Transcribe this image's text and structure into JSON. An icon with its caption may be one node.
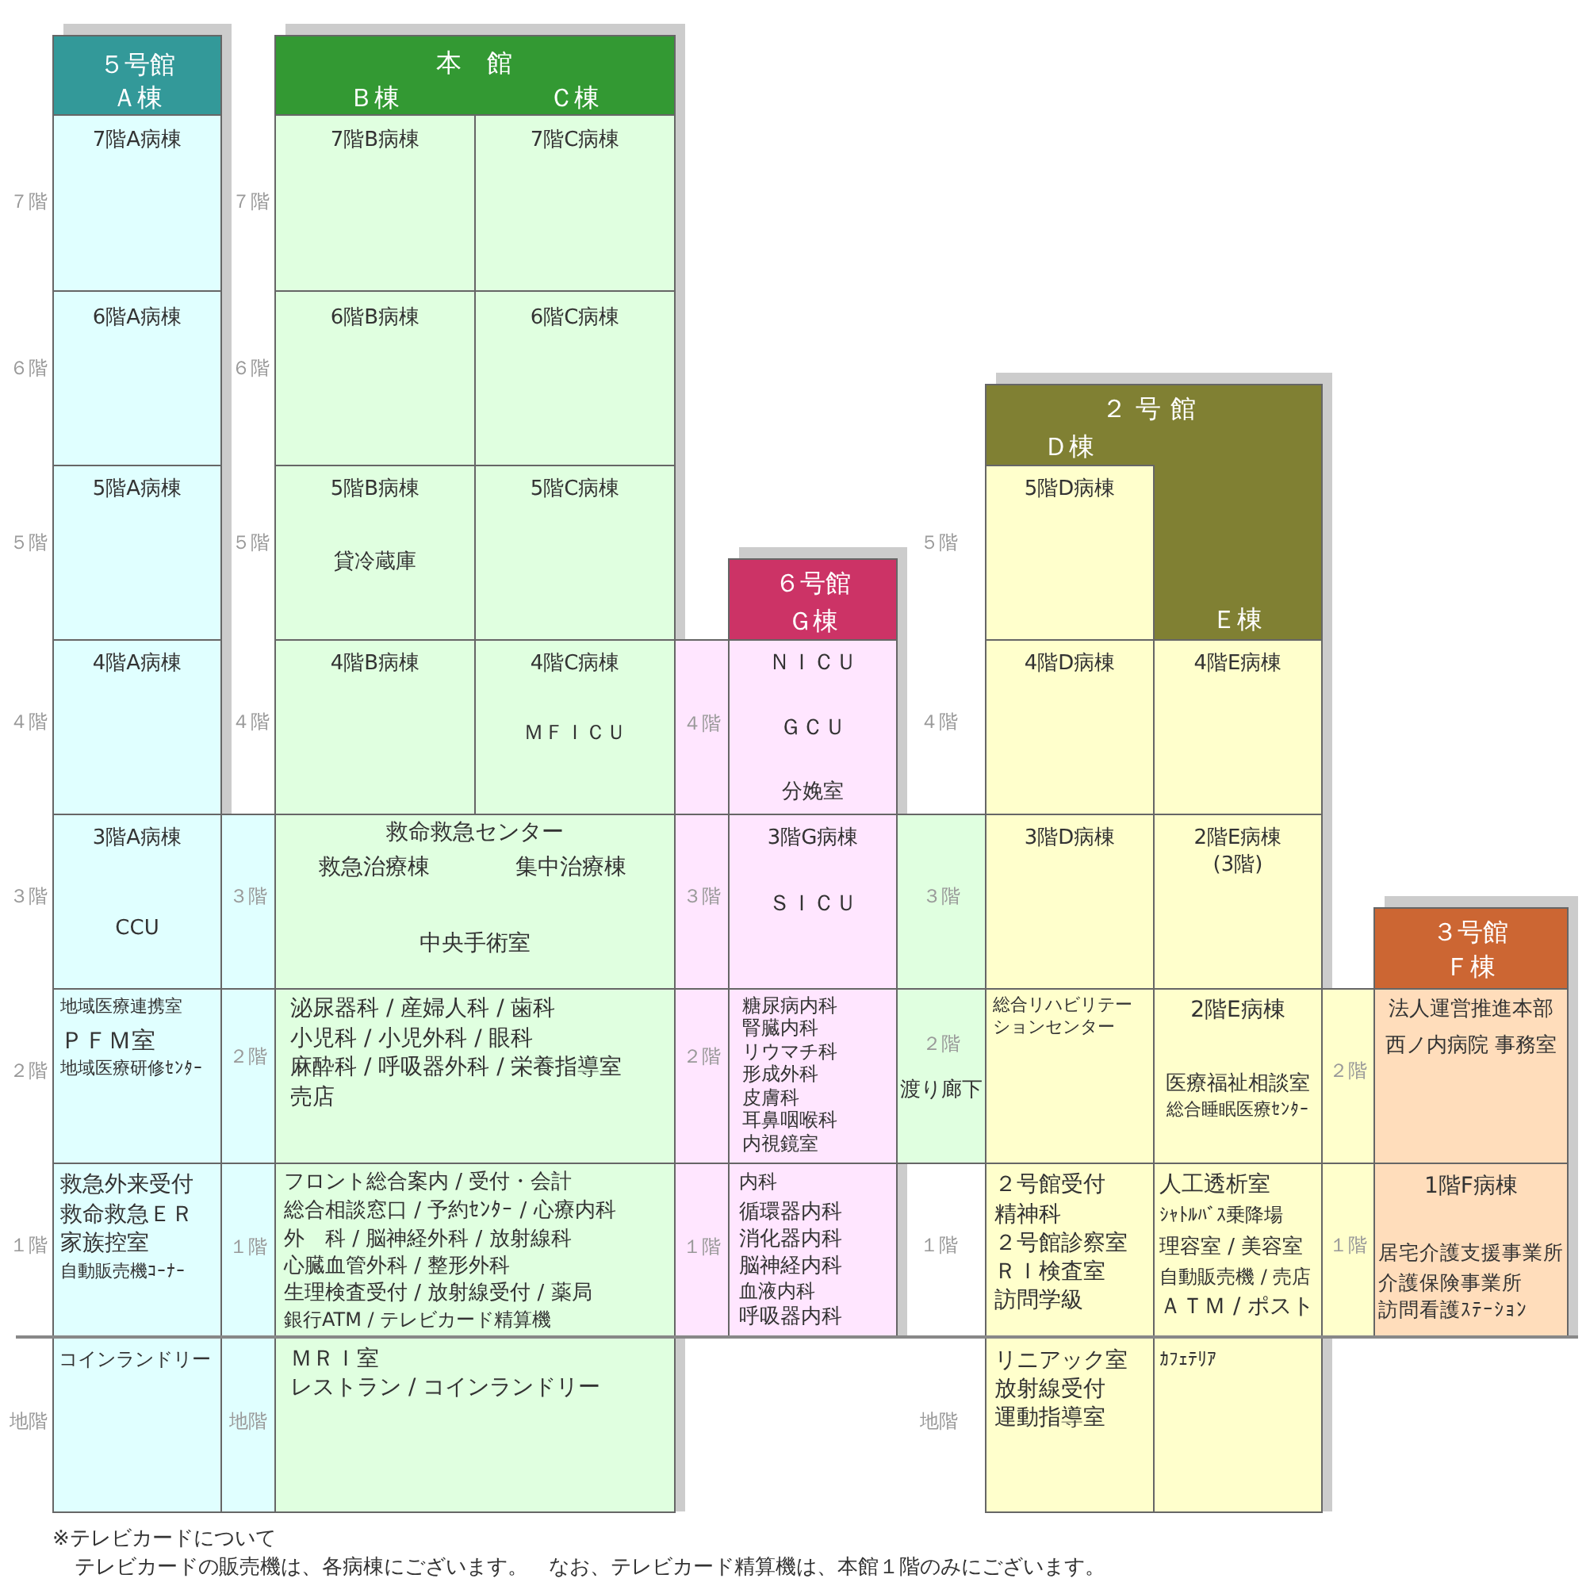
{
  "diagram": {
    "nodes": [
      {
        "text": [
          "５号館",
          "Ａ棟"
        ]
      },
      {
        "text": [
          "7階A病棟"
        ],
        "in": 0
      },
      {
        "text": [
          "6階A病棟"
        ],
        "in": 0
      },
      {
        "text": [
          "5階A病棟"
        ],
        "in": 0
      },
      {
        "text": [
          "4階A病棟"
        ],
        "in": 0
      },
      {
        "text": [
          "3階A病棟",
          "CCU"
        ],
        "in": 0
      },
      {
        "text": [
          "地域医療連携室",
          "ＰＦＭ室",
          "地域医療研修ｾﾝﾀｰ"
        ],
        "in": 0
      },
      {
        "text": [
          "救急外来受付",
          "救命救急ＥＲ",
          "家族控室",
          "自動販売機ｺｰﾅｰ"
        ],
        "in": 0
      },
      {
        "text": [
          "コインランドリー"
        ],
        "in": 0
      },
      {
        "text": [
          "３階"
        ]
      },
      {
        "text": [
          "２階"
        ]
      },
      {
        "text": [
          "１階"
        ]
      },
      {
        "text": [
          "地階"
        ]
      },
      {
        "text": [
          "本　館",
          "Ｂ棟",
          "Ｃ棟"
        ]
      },
      {
        "text": [
          "7階B病棟"
        ],
        "in": 13
      },
      {
        "text": [
          "7階C病棟"
        ],
        "in": 13
      },
      {
        "text": [
          "6階B病棟"
        ],
        "in": 13
      },
      {
        "text": [
          "6階C病棟"
        ],
        "in": 13
      },
      {
        "text": [
          "5階B病棟",
          "貸冷蔵庫"
        ],
        "in": 13
      },
      {
        "text": [
          "5階C病棟"
        ],
        "in": 13
      },
      {
        "text": [
          "4階B病棟"
        ],
        "in": 13
      },
      {
        "text": [
          "4階C病棟",
          "ＭＦＩＣＵ"
        ],
        "in": 13
      },
      {
        "text": [
          "救命救急センター",
          "救急治療棟",
          "集中治療棟",
          "中央手術室"
        ],
        "in": 13
      },
      {
        "text": [
          "泌尿器科 / 産婦人科 / 歯科",
          "小児科 / 小児外科 / 眼科",
          "麻酔科 / 呼吸器外科 / 栄養指導室",
          "売店"
        ],
        "in": 13
      },
      {
        "text": [
          "フロント総合案内 / 受付・会計",
          "総合相談窓口 / 予約ｾﾝﾀｰ / 心療内科",
          "外　科 / 脳神経外科 / 放射線科",
          "心臓血管外科 / 整形外科",
          "生理検査受付 / 放射線受付 / 薬局",
          "銀行ATM / テレビカード精算機"
        ],
        "in": 13
      },
      {
        "text": [
          "ＭＲＩ室",
          "レストラン / コインランドリー"
        ],
        "in": 13
      },
      {
        "text": [
          "４階"
        ]
      },
      {
        "text": [
          "３階"
        ]
      },
      {
        "text": [
          "２階"
        ]
      },
      {
        "text": [
          "１階"
        ]
      },
      {
        "text": [
          "６号館",
          "Ｇ棟"
        ]
      },
      {
        "text": [
          "ＮＩＣＵ",
          "ＧＣＵ",
          "分娩室"
        ],
        "in": 30
      },
      {
        "text": [
          "3階G病棟",
          "ＳＩＣＵ"
        ],
        "in": 30
      },
      {
        "text": [
          "糖尿病内科",
          "腎臓内科",
          "リウマチ科",
          "形成外科",
          "皮膚科",
          "耳鼻咽喉科",
          "内視鏡室"
        ],
        "in": 30
      },
      {
        "text": [
          "内科",
          "循環器内科",
          "消化器内科",
          "脳神経内科",
          "血液内科",
          "呼吸器内科"
        ],
        "in": 30
      },
      {
        "text": [
          "３階"
        ]
      },
      {
        "text": [
          "２階",
          "渡り廊下"
        ]
      },
      {
        "text": [
          "２号館",
          "Ｄ棟",
          "Ｅ棟"
        ]
      },
      {
        "text": [
          "5階D病棟"
        ],
        "in": 37
      },
      {
        "text": [
          "4階D病棟"
        ],
        "in": 37
      },
      {
        "text": [
          "4階E病棟"
        ],
        "in": 37
      },
      {
        "text": [
          "3階D病棟"
        ],
        "in": 37
      },
      {
        "text": [
          "2階E病棟",
          "(3階)"
        ],
        "in": 37
      },
      {
        "text": [
          "総合リハビリテーションセンター"
        ],
        "in": 37
      },
      {
        "text": [
          "2階E病棟",
          "医療福祉相談室",
          "総合睡眠医療ｾﾝﾀｰ"
        ],
        "in": 37
      },
      {
        "text": [
          "２号館受付",
          "精神科",
          "２号館診察室",
          "ＲＩ検査室",
          "訪問学級"
        ],
        "in": 37
      },
      {
        "text": [
          "人工透析室",
          "ｼｬﾄﾙﾊﾞｽ乗降場",
          "理容室 / 美容室",
          "自動販売機 / 売店",
          "ＡＴＭ / ポスト"
        ],
        "in": 37
      },
      {
        "text": [
          "リニアック室",
          "放射線受付",
          "運動指導室"
        ],
        "in": 37
      },
      {
        "text": [
          "ｶﾌｪﾃﾘｱ"
        ],
        "in": 37
      },
      {
        "text": [
          "２階"
        ]
      },
      {
        "text": [
          "１階"
        ]
      },
      {
        "text": [
          "３号館",
          "Ｆ棟"
        ]
      },
      {
        "text": [
          "法人運営推進本部",
          "西ノ内病院 事務室"
        ],
        "in": 51
      },
      {
        "text": [
          "1階F病棟",
          "居宅介護支援事業所",
          "介護保険事業所",
          "訪問看護ｽﾃｰｼｮﾝ"
        ],
        "in": 51
      }
    ],
    "labels": [
      "７階",
      "７階",
      "６階",
      "６階",
      "５階",
      "５階",
      "５階",
      "４階",
      "４階",
      "４階",
      "３階",
      "２階",
      "１階",
      "１階",
      "地階",
      "地階",
      "※テレビカードについて",
      "テレビカードの販売機は、各病棟にございます。　なお、テレビカード精算機は、本館１階のみにございます。"
    ]
  }
}
